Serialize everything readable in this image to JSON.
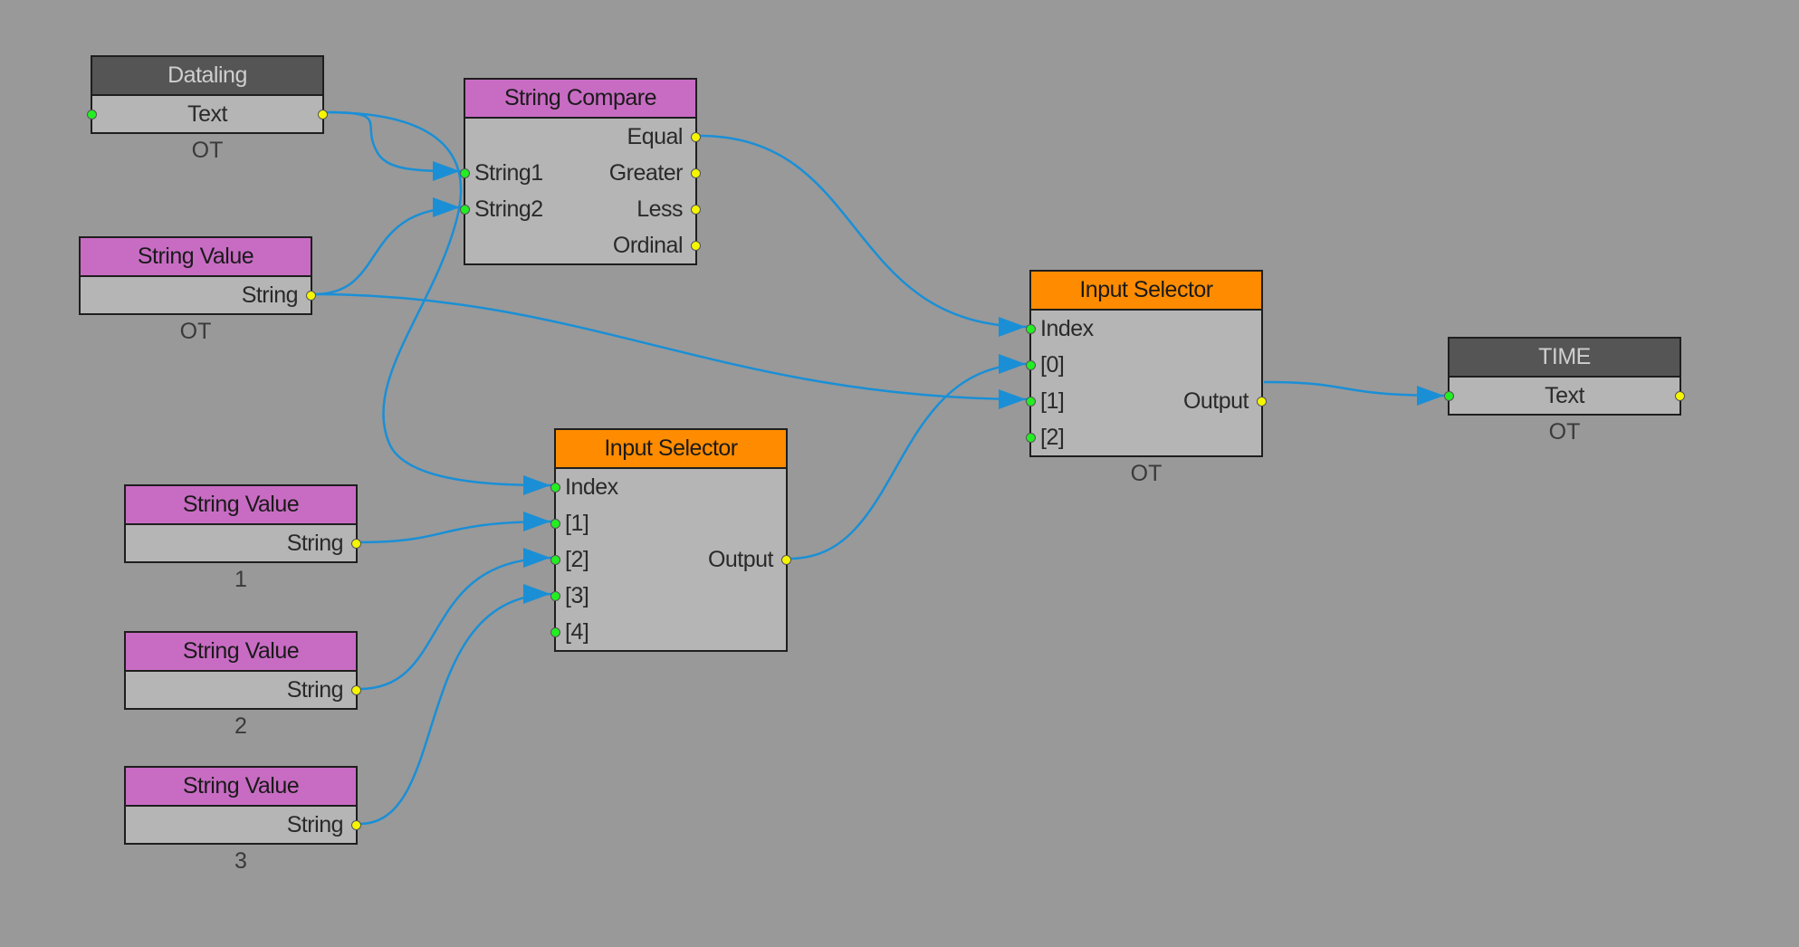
{
  "colors": {
    "background": "#999999",
    "wire": "#1a8fd6",
    "header_dark": "#555555",
    "header_pink": "#c86cc3",
    "header_orange": "#ff8c00",
    "node_body": "#b5b5b5"
  },
  "nodes": [
    {
      "id": "dataling",
      "title": "Dataling",
      "style": "dark",
      "rows": [
        {
          "center": "Text",
          "in": true,
          "out": true
        }
      ],
      "caption": "OT"
    },
    {
      "id": "strcmp",
      "title": "String Compare",
      "style": "pink",
      "rows": [
        {
          "out_label": "Equal",
          "out": true
        },
        {
          "in_label": "String1",
          "in": true,
          "out_label": "Greater",
          "out": true
        },
        {
          "in_label": "String2",
          "in": true,
          "out_label": "Less",
          "out": true
        },
        {
          "out_label": "Ordinal",
          "out": true
        }
      ],
      "caption": ""
    },
    {
      "id": "sv0",
      "title": "String Value",
      "style": "pink",
      "rows": [
        {
          "out_label": "String",
          "out": true
        }
      ],
      "caption": "OT"
    },
    {
      "id": "sel2",
      "title": "Input Selector",
      "style": "orange",
      "rows": [
        {
          "in_label": "Index",
          "in": true
        },
        {
          "in_label": " [0]",
          "in": true
        },
        {
          "in_label": " [1]",
          "in": true,
          "out_label": "Output",
          "out": true
        },
        {
          "in_label": " [2]",
          "in": true
        }
      ],
      "caption": "OT"
    },
    {
      "id": "time",
      "title": "TIME",
      "style": "dark",
      "rows": [
        {
          "center": "Text",
          "in": true,
          "out": true
        }
      ],
      "caption": "OT"
    },
    {
      "id": "sel1",
      "title": "Input Selector",
      "style": "orange",
      "rows": [
        {
          "in_label": "Index",
          "in": true
        },
        {
          "in_label": " [1]",
          "in": true
        },
        {
          "in_label": " [2]",
          "in": true,
          "out_label": "Output",
          "out": true
        },
        {
          "in_label": " [3]",
          "in": true
        },
        {
          "in_label": " [4]",
          "in": true
        }
      ],
      "caption": ""
    },
    {
      "id": "sv1",
      "title": "String Value",
      "style": "pink",
      "rows": [
        {
          "out_label": "String",
          "out": true
        }
      ],
      "caption": "1"
    },
    {
      "id": "sv2",
      "title": "String Value",
      "style": "pink",
      "rows": [
        {
          "out_label": "String",
          "out": true
        }
      ],
      "caption": "2"
    },
    {
      "id": "sv3",
      "title": "String Value",
      "style": "pink",
      "rows": [
        {
          "out_label": "String",
          "out": true
        }
      ],
      "caption": "3"
    }
  ]
}
